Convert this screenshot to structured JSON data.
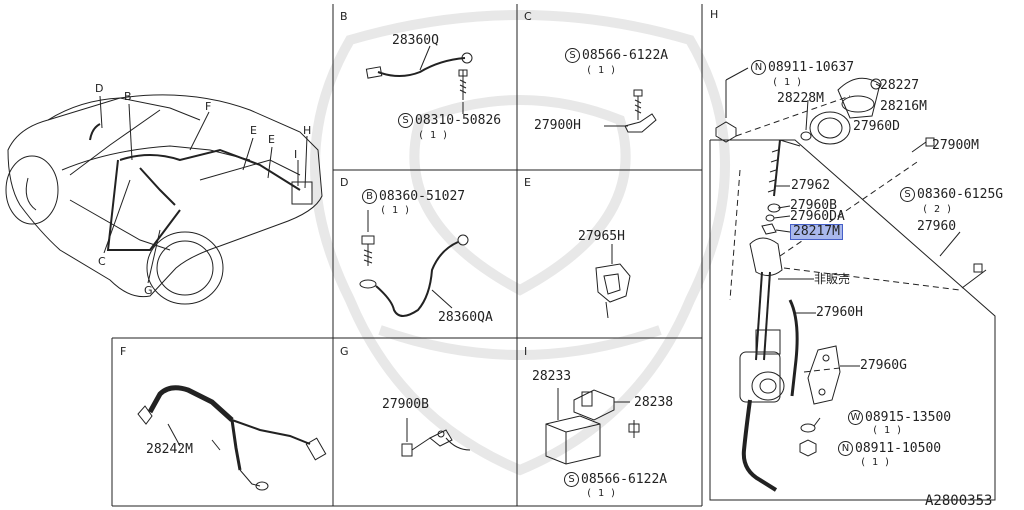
{
  "section_letters": {
    "B": "B",
    "C": "C",
    "D": "D",
    "E": "E",
    "F": "F",
    "G": "G",
    "H": "H",
    "I": "I"
  },
  "car_callouts": [
    "D",
    "B",
    "F",
    "E",
    "E",
    "H",
    "I",
    "C",
    "G"
  ],
  "parts": {
    "b_cable": "28360Q",
    "b_screw": "08310-50826",
    "b_screw_prefix": "S",
    "b_screw_qty": "( 1 )",
    "c_screw": "08566-6122A",
    "c_screw_prefix": "S",
    "c_screw_qty": "( 1 )",
    "c_bracket": "27900H",
    "d_bolt": "08360-51027",
    "d_bolt_prefix": "B",
    "d_bolt_qty": "( 1 )",
    "d_cable": "28360QA",
    "e_clip": "27965H",
    "f_harness": "28242M",
    "g_bracket": "27900B",
    "i_unit": "28233",
    "i_bracket": "28238",
    "i_screw": "08566-6122A",
    "i_screw_prefix": "S",
    "i_screw_qty": "( 1 )",
    "h_nut_top": "08911-10637",
    "h_nut_top_prefix": "N",
    "h_nut_top_qty": "( 1 )",
    "h_28227": "28227",
    "h_28228m": "28228M",
    "h_28216m": "28216M",
    "h_27960d": "27960D",
    "h_27900m": "27900M",
    "h_27962": "27962",
    "h_27960b": "27960B",
    "h_27960da": "27960DA",
    "h_28217m": "28217M",
    "h_bolt": "08360-6125G",
    "h_bolt_prefix": "S",
    "h_bolt_qty": "( 2 )",
    "h_27960": "27960",
    "h_not_sold": "非販売",
    "h_27960h": "27960H",
    "h_27960g": "27960G",
    "h_washer": "08915-13500",
    "h_washer_prefix": "W",
    "h_washer_qty": "( 1 )",
    "h_nut_bottom": "08911-10500",
    "h_nut_bottom_prefix": "N",
    "h_nut_bottom_qty": "( 1 )"
  },
  "diagram_code": "A2800353",
  "colors": {
    "line": "#222222",
    "highlight_fill": "#a9b8ec",
    "highlight_border": "#4660c8",
    "watermark": "#e6e6e6"
  }
}
